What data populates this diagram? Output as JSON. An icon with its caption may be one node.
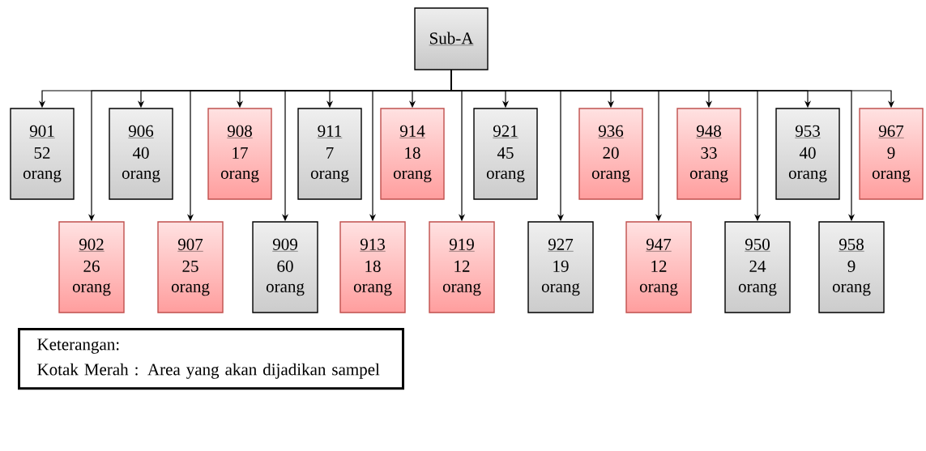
{
  "diagram": {
    "nodes": [
      {
        "text": [
          "Sub-A"
        ]
      },
      {
        "text": [
          "901",
          "52 orang"
        ]
      },
      {
        "text": [
          "906",
          "40 orang"
        ]
      },
      {
        "text": [
          "908",
          "17 orang"
        ]
      },
      {
        "text": [
          "911",
          "7 orang"
        ]
      },
      {
        "text": [
          "914",
          "18 orang"
        ]
      },
      {
        "text": [
          "921",
          "45 orang"
        ]
      },
      {
        "text": [
          "936",
          "20 orang"
        ]
      },
      {
        "text": [
          "948",
          "33 orang"
        ]
      },
      {
        "text": [
          "953",
          "40 orang"
        ]
      },
      {
        "text": [
          "967",
          "9 orang"
        ]
      },
      {
        "text": [
          "902",
          "26 orang"
        ]
      },
      {
        "text": [
          "907",
          "25 orang"
        ]
      },
      {
        "text": [
          "909",
          "60 orang"
        ]
      },
      {
        "text": [
          "913",
          "18 orang"
        ]
      },
      {
        "text": [
          "919",
          "12 orang"
        ]
      },
      {
        "text": [
          "927",
          "19 orang"
        ]
      },
      {
        "text": [
          "947",
          "12 orang"
        ]
      },
      {
        "text": [
          "950",
          "24 orang"
        ]
      },
      {
        "text": [
          "958",
          "9 orang"
        ]
      }
    ],
    "edges": [
      {
        "from": 0,
        "to": 1,
        "arrow": "to"
      },
      {
        "from": 0,
        "to": 2,
        "arrow": "to"
      },
      {
        "from": 0,
        "to": 3,
        "arrow": "to"
      },
      {
        "from": 0,
        "to": 4,
        "arrow": "to"
      },
      {
        "from": 0,
        "to": 5,
        "arrow": "to"
      },
      {
        "from": 0,
        "to": 6,
        "arrow": "to"
      },
      {
        "from": 0,
        "to": 7,
        "arrow": "to"
      },
      {
        "from": 0,
        "to": 8,
        "arrow": "to"
      },
      {
        "from": 0,
        "to": 9,
        "arrow": "to"
      },
      {
        "from": 0,
        "to": 10,
        "arrow": "to"
      },
      {
        "from": 0,
        "to": 11,
        "arrow": "to"
      },
      {
        "from": 0,
        "to": 12,
        "arrow": "to"
      },
      {
        "from": 0,
        "to": 13,
        "arrow": "to"
      },
      {
        "from": 0,
        "to": 14,
        "arrow": "to"
      },
      {
        "from": 0,
        "to": 15,
        "arrow": "to"
      },
      {
        "from": 0,
        "to": 16,
        "arrow": "to"
      },
      {
        "from": 0,
        "to": 17,
        "arrow": "to"
      },
      {
        "from": 0,
        "to": 18,
        "arrow": "to"
      },
      {
        "from": 0,
        "to": 19,
        "arrow": "to"
      }
    ],
    "labels": [
      "Keterangan:",
      "Kotak Merah : Area yang akan dijadikan sampel"
    ]
  }
}
